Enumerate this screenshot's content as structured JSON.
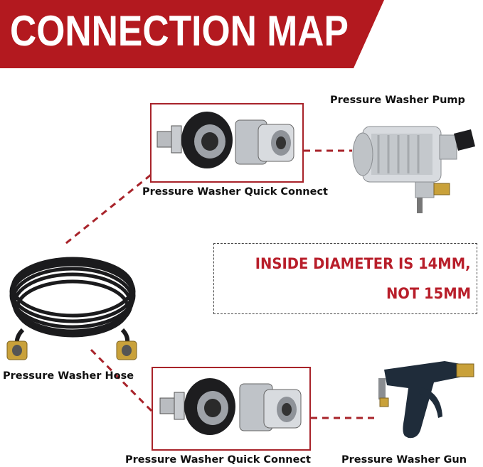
{
  "banner": {
    "title": "CONNECTION MAP",
    "color": "#b3191f"
  },
  "labels": {
    "pump": "Pressure Washer Pump",
    "quick_connect_top": "Pressure Washer Quick Connect",
    "hose": "Pressure Washer Hose",
    "quick_connect_bottom": "Pressure Washer Quick Connect",
    "gun": "Pressure Washer Gun"
  },
  "note": {
    "line1": "INSIDE DIAMETER IS 14MM,",
    "line2": "NOT 15MM",
    "color": "#b81e2a"
  },
  "colors": {
    "frame": "#a8232a",
    "dashed_connector": "#a8232a"
  }
}
